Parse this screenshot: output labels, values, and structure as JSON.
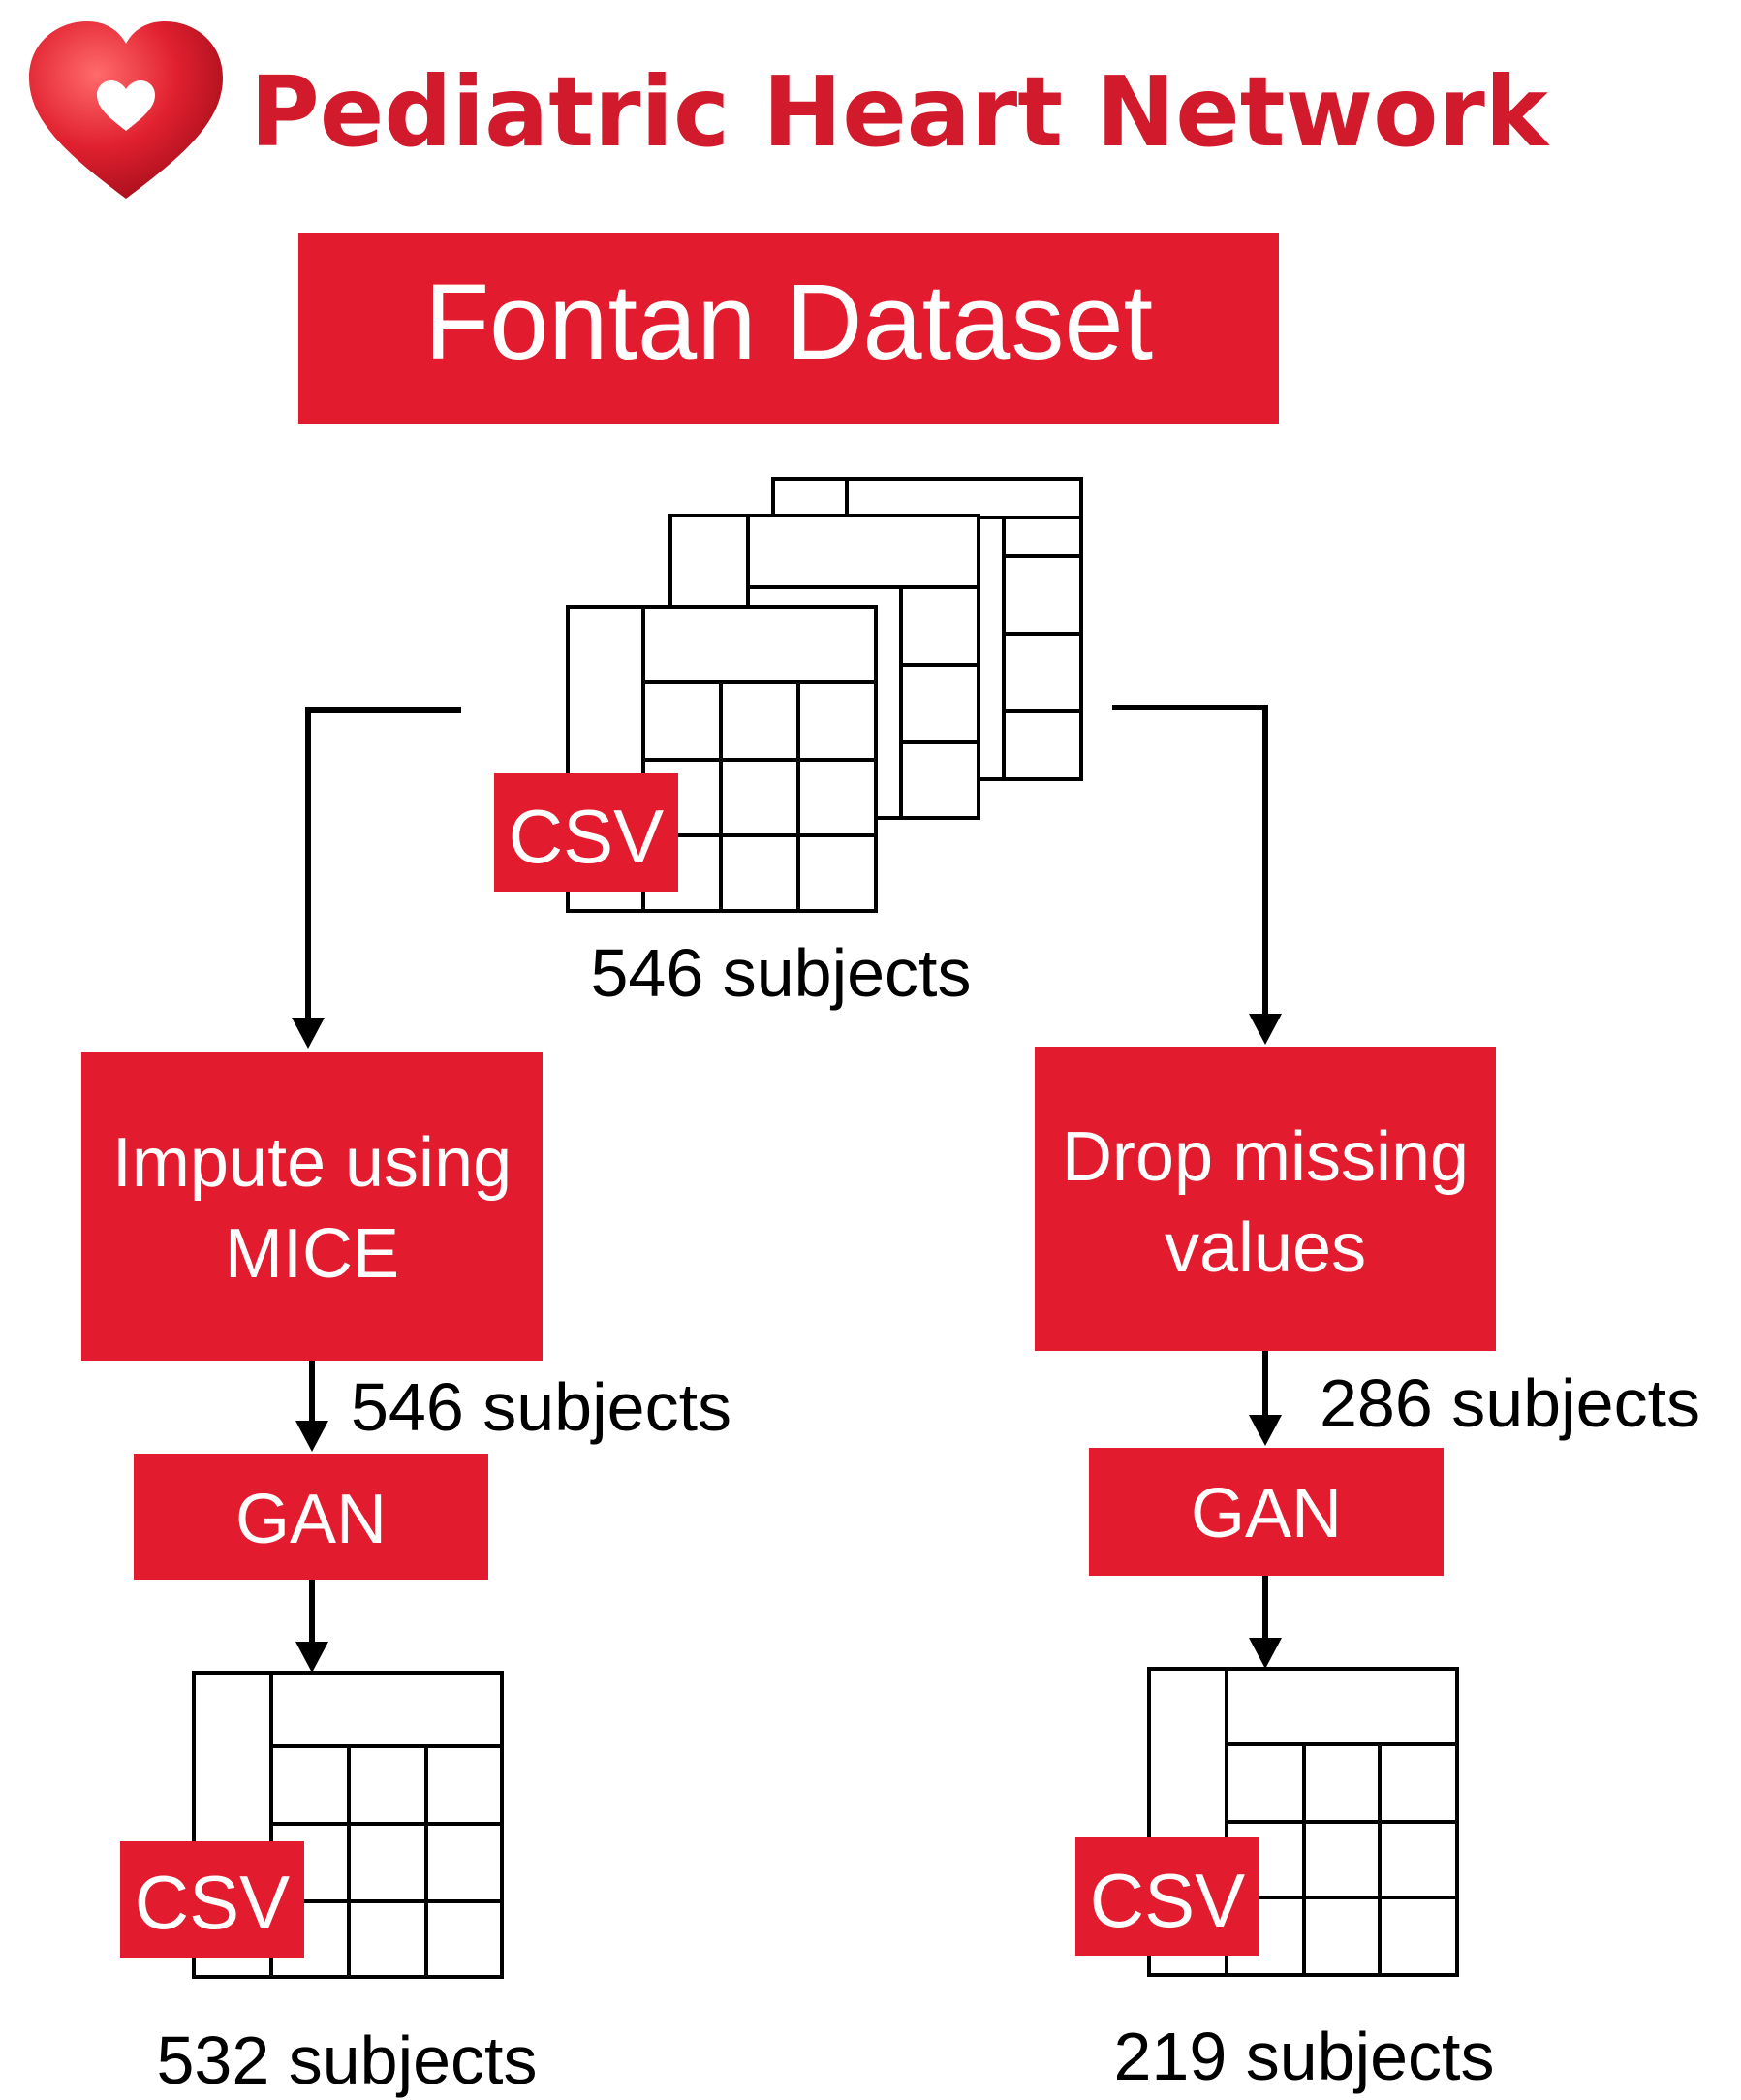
{
  "header": {
    "brand_name": "Pediatric Heart Network",
    "logo_icon": "heart-icon"
  },
  "dataset": {
    "title": "Fontan Dataset",
    "file_badge": "CSV",
    "file_icon": "table-icon",
    "subject_count": "546 subjects"
  },
  "left_branch": {
    "step_label_line1": "Impute using",
    "step_label_line2": "MICE",
    "step_count": "546 subjects",
    "model_label": "GAN",
    "output_badge": "CSV",
    "output_count": "532 subjects"
  },
  "right_branch": {
    "step_label_line1": "Drop missing",
    "step_label_line2": "values",
    "step_count": "286 subjects",
    "model_label": "GAN",
    "output_badge": "CSV",
    "output_count": "219 subjects"
  },
  "colors": {
    "brand_red": "#e21b2e",
    "line": "#000000",
    "background": "#ffffff"
  }
}
